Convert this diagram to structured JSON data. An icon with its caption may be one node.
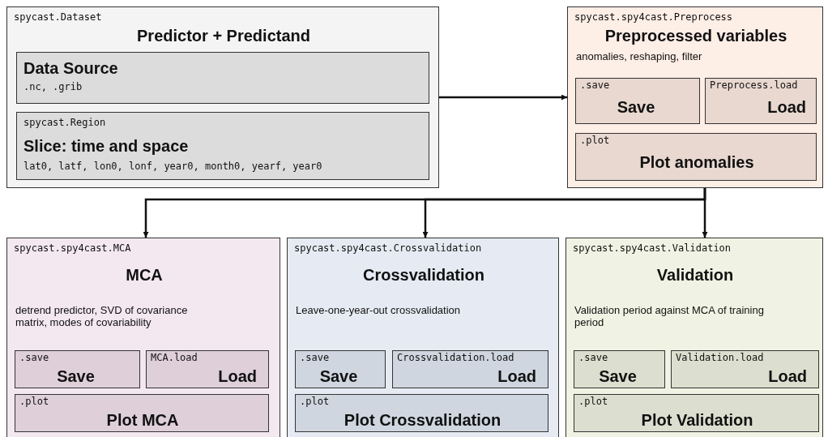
{
  "diagram": {
    "nodes": [
      {
        "text": [
          "spycast.Dataset",
          "Predictor + Predictand"
        ]
      },
      {
        "text": [
          "Data Source",
          ".nc, .grib"
        ],
        "in": 0
      },
      {
        "text": [
          "spycast.Region",
          "Slice: time and space",
          "lat0, latf, lon0, lonf, year0, month0, yearf, year0"
        ],
        "in": 0
      },
      {
        "text": [
          "spycast.spy4cast.Preprocess",
          "Preprocessed variables",
          "anomalies, reshaping, filter"
        ]
      },
      {
        "text": [
          ".save",
          "Save"
        ],
        "in": 3
      },
      {
        "text": [
          "Preprocess.load",
          "Load"
        ],
        "in": 3
      },
      {
        "text": [
          ".plot",
          "Plot anomalies"
        ],
        "in": 3
      },
      {
        "text": [
          "spycast.spy4cast.MCA",
          "MCA",
          "detrend predictor, SVD of covariance matrix, modes of covariability"
        ]
      },
      {
        "text": [
          ".save",
          "Save"
        ],
        "in": 7
      },
      {
        "text": [
          "MCA.load",
          "Load"
        ],
        "in": 7
      },
      {
        "text": [
          ".plot",
          "Plot MCA"
        ],
        "in": 7
      },
      {
        "text": [
          "spycast.spy4cast.Crossvalidation",
          "Crossvalidation",
          "Leave-one-year-out crossvalidation"
        ]
      },
      {
        "text": [
          ".save",
          "Save"
        ],
        "in": 11
      },
      {
        "text": [
          "Crossvalidation.load",
          "Load"
        ],
        "in": 11
      },
      {
        "text": [
          ".plot",
          "Plot Crossvalidation"
        ],
        "in": 11
      },
      {
        "text": [
          "spycast.spy4cast.Validation",
          "Validation",
          "Validation period against MCA of training period"
        ]
      },
      {
        "text": [
          ".save",
          "Save"
        ],
        "in": 15
      },
      {
        "text": [
          "Validation.load",
          "Load"
        ],
        "in": 15
      },
      {
        "text": [
          ".plot",
          "Plot Validation"
        ],
        "in": 15
      }
    ],
    "edges": [
      {
        "from": 0,
        "to": 3,
        "arrow": "to"
      },
      {
        "from": 3,
        "to": 7,
        "arrow": "to"
      },
      {
        "from": 3,
        "to": 11,
        "arrow": "to"
      },
      {
        "from": 3,
        "to": 15,
        "arrow": "to"
      }
    ]
  }
}
